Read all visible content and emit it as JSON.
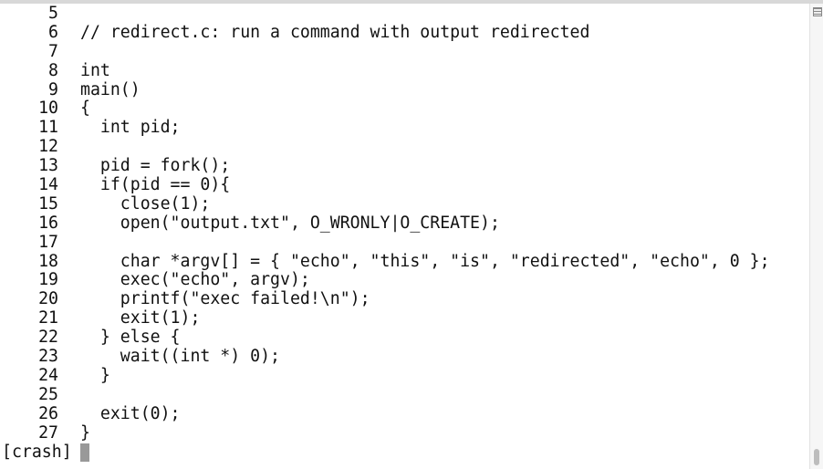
{
  "lines": [
    {
      "n": "5",
      "code": ""
    },
    {
      "n": "6",
      "code": "// redirect.c: run a command with output redirected"
    },
    {
      "n": "7",
      "code": ""
    },
    {
      "n": "8",
      "code": "int"
    },
    {
      "n": "9",
      "code": "main()"
    },
    {
      "n": "10",
      "code": "{"
    },
    {
      "n": "11",
      "code": "  int pid;"
    },
    {
      "n": "12",
      "code": ""
    },
    {
      "n": "13",
      "code": "  pid = fork();"
    },
    {
      "n": "14",
      "code": "  if(pid == 0){"
    },
    {
      "n": "15",
      "code": "    close(1);"
    },
    {
      "n": "16",
      "code": "    open(\"output.txt\", O_WRONLY|O_CREATE);"
    },
    {
      "n": "17",
      "code": ""
    },
    {
      "n": "18",
      "code": "    char *argv[] = { \"echo\", \"this\", \"is\", \"redirected\", \"echo\", 0 };"
    },
    {
      "n": "19",
      "code": "    exec(\"echo\", argv);"
    },
    {
      "n": "20",
      "code": "    printf(\"exec failed!\\n\");"
    },
    {
      "n": "21",
      "code": "    exit(1);"
    },
    {
      "n": "22",
      "code": "  } else {"
    },
    {
      "n": "23",
      "code": "    wait((int *) 0);"
    },
    {
      "n": "24",
      "code": "  }"
    },
    {
      "n": "25",
      "code": ""
    },
    {
      "n": "26",
      "code": "  exit(0);"
    },
    {
      "n": "27",
      "code": "}"
    }
  ],
  "prompt": "[crash]",
  "colors": {
    "text": "#111111",
    "cursor": "#999999"
  }
}
